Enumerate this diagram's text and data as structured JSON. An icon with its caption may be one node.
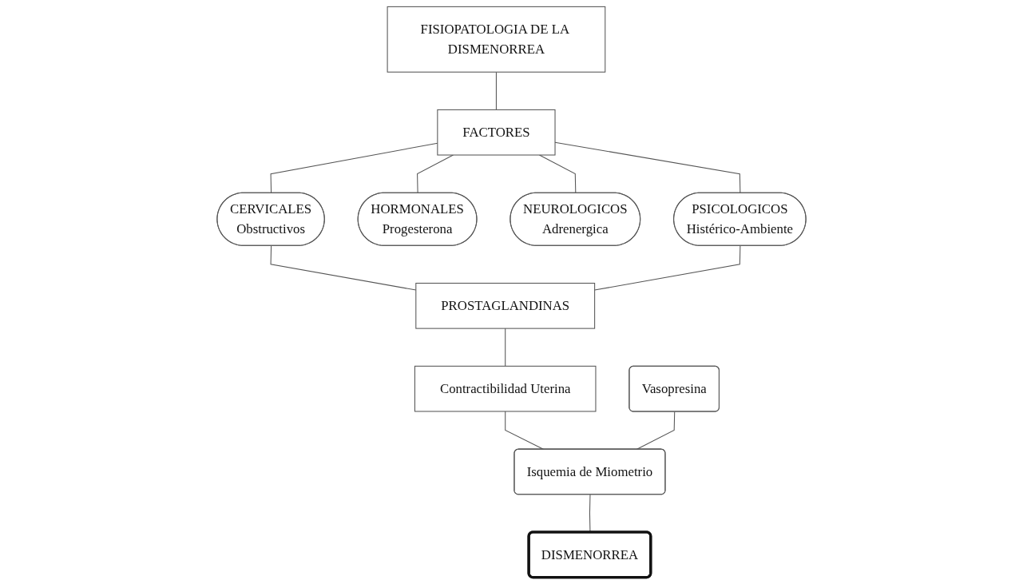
{
  "diagram": {
    "nodes": [
      {
        "text": [
          "FISIOPATOLOGIA DE LA DISMENORREA"
        ]
      },
      {
        "text": [
          "FACTORES"
        ]
      },
      {
        "text": [
          "CERVICALES",
          "Obstructivos"
        ]
      },
      {
        "text": [
          "HORMONALES",
          "Progesterona"
        ]
      },
      {
        "text": [
          "NEUROLOGICOS",
          "Adrenergica"
        ]
      },
      {
        "text": [
          "PSICOLOGICOS",
          "Histérico-Ambiente"
        ]
      },
      {
        "text": [
          "PROSTAGLANDINAS"
        ]
      },
      {
        "text": [
          "Contractibilidad Uterina"
        ]
      },
      {
        "text": [
          "Vasopresina"
        ]
      },
      {
        "text": [
          "Isquemia de Miometrio"
        ]
      },
      {
        "text": [
          "DISMENORREA"
        ]
      }
    ],
    "edges": [
      {
        "from": 0,
        "to": 1,
        "arrow": "none"
      },
      {
        "from": 1,
        "to": 2,
        "arrow": "none"
      },
      {
        "from": 1,
        "to": 3,
        "arrow": "none"
      },
      {
        "from": 1,
        "to": 4,
        "arrow": "none"
      },
      {
        "from": 1,
        "to": 5,
        "arrow": "none"
      },
      {
        "from": 2,
        "to": 6,
        "arrow": "none"
      },
      {
        "from": 5,
        "to": 6,
        "arrow": "none"
      },
      {
        "from": 6,
        "to": 7,
        "arrow": "none"
      },
      {
        "from": 7,
        "to": 9,
        "arrow": "none"
      },
      {
        "from": 8,
        "to": 9,
        "arrow": "none"
      },
      {
        "from": 9,
        "to": 10,
        "arrow": "none"
      }
    ]
  }
}
